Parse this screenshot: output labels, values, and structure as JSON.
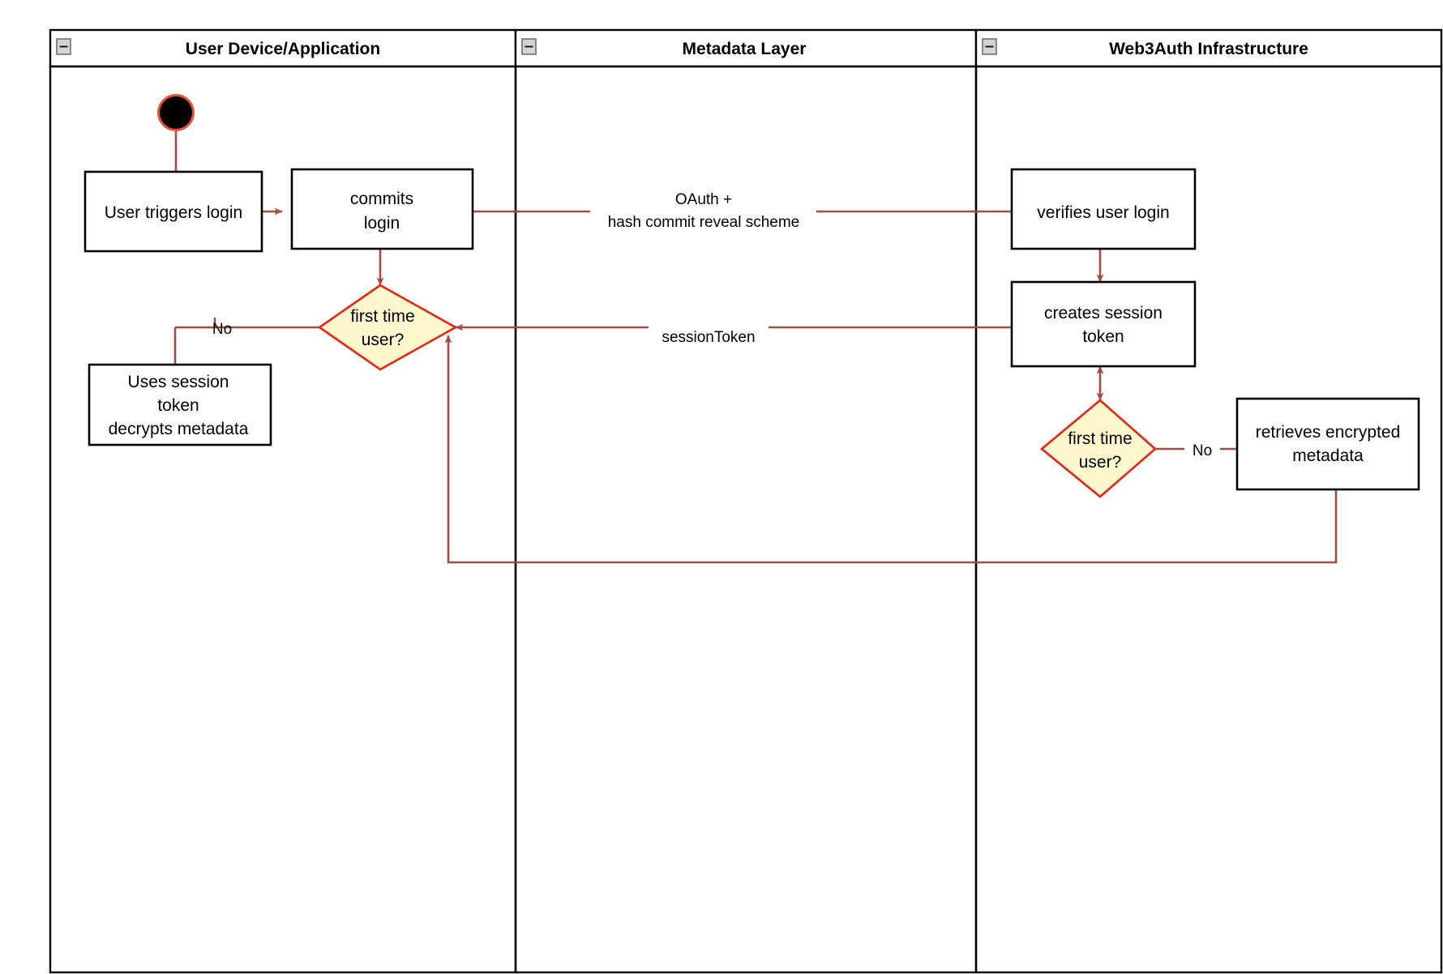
{
  "diagram": {
    "title": "Web3Auth login activity diagram",
    "type": "uml-activity-swimlane",
    "colors": {
      "lane_border": "#000000",
      "activity_border": "#000000",
      "activity_fill": "#ffffff",
      "decision_fill": "#fff8cc",
      "decision_border": "#ee2211",
      "flow_line": "#a34a42",
      "start_node_ring": "#e8503a",
      "start_node_fill": "#000000",
      "collapse_icon_fill": "#d4d4d4",
      "canvas": "#ffffff"
    },
    "lanes": [
      {
        "id": "lane-user-device",
        "title": "User Device/Application",
        "collapse_icon": "collapse-minus-icon"
      },
      {
        "id": "lane-metadata",
        "title": "Metadata Layer",
        "collapse_icon": "collapse-minus-icon"
      },
      {
        "id": "lane-web3auth",
        "title": "Web3Auth Infrastructure",
        "collapse_icon": "collapse-minus-icon"
      }
    ],
    "nodes": {
      "start": {
        "name": "start-node",
        "shape": "initial-node",
        "label": ""
      },
      "user_triggers_login": {
        "name": "activity-user-triggers-login",
        "shape": "rectangle",
        "label": "User triggers login",
        "lane": "lane-user-device"
      },
      "commits_login": {
        "name": "activity-commits-login",
        "shape": "rectangle",
        "line1": "commits",
        "line2": "login",
        "lane": "lane-user-device"
      },
      "decision_user_lane": {
        "name": "decision-first-time-user-device",
        "shape": "diamond",
        "line1": "first time",
        "line2": "user?",
        "lane": "lane-user-device"
      },
      "uses_session_token": {
        "name": "activity-uses-session-token",
        "shape": "rectangle",
        "line1": "Uses session",
        "line2": "token",
        "line3": "decrypts metadata",
        "lane": "lane-user-device"
      },
      "verifies_user_login": {
        "name": "activity-verifies-user-login",
        "shape": "rectangle",
        "label": "verifies user login",
        "lane": "lane-web3auth"
      },
      "creates_session_token": {
        "name": "activity-creates-session-token",
        "shape": "rectangle",
        "line1": "creates session",
        "line2": "token",
        "lane": "lane-web3auth"
      },
      "decision_web3auth_lane": {
        "name": "decision-first-time-user-web3auth",
        "shape": "diamond",
        "line1": "first time",
        "line2": "user?",
        "lane": "lane-web3auth"
      },
      "retrieves_encrypted_metadata": {
        "name": "activity-retrieves-encrypted-metadata",
        "shape": "rectangle",
        "line1": "retrieves encrypted",
        "line2": "metadata",
        "lane": "lane-web3auth"
      }
    },
    "edges": [
      {
        "name": "edge-start-to-user-triggers-login",
        "from": "start",
        "to": "user_triggers_login",
        "label": ""
      },
      {
        "name": "edge-user-triggers-to-commits",
        "from": "user_triggers_login",
        "to": "commits_login",
        "label": ""
      },
      {
        "name": "edge-commits-to-decision",
        "from": "commits_login",
        "to": "decision_user_lane",
        "label": ""
      },
      {
        "name": "edge-commits-to-verifies",
        "from": "commits_login",
        "to": "verifies_user_login",
        "label_line1": "OAuth +",
        "label_line2": "hash commit reveal scheme"
      },
      {
        "name": "edge-verifies-to-creates-session",
        "from": "verifies_user_login",
        "to": "creates_session_token",
        "label": ""
      },
      {
        "name": "edge-creates-session-to-decision",
        "from": "creates_session_token",
        "to": "decision_user_lane",
        "label": "sessionToken"
      },
      {
        "name": "edge-creates-session-decision-web3auth",
        "from": "creates_session_token",
        "to": "decision_web3auth_lane",
        "label": "",
        "bidirectional": true
      },
      {
        "name": "edge-decision-web3auth-to-retrieves",
        "from": "decision_web3auth_lane",
        "to": "retrieves_encrypted_metadata",
        "label": "No"
      },
      {
        "name": "edge-retrieves-to-decision-user",
        "from": "retrieves_encrypted_metadata",
        "to": "decision_user_lane",
        "label": ""
      },
      {
        "name": "edge-decision-user-to-uses-session",
        "from": "decision_user_lane",
        "to": "uses_session_token",
        "label": "No"
      }
    ],
    "labels": {
      "oauth_line1": "OAuth +",
      "oauth_line2": "hash commit reveal scheme",
      "session_token": "sessionToken",
      "no_left": "No",
      "no_right": "No"
    }
  }
}
